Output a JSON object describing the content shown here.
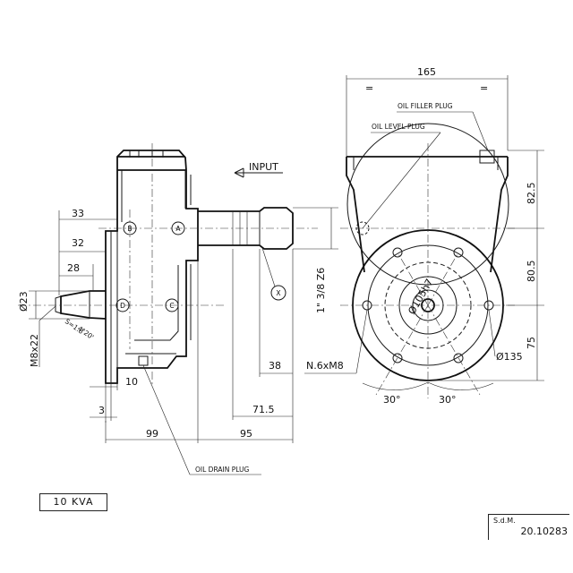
{
  "labels": {
    "input": "INPUT",
    "oil_filler_plug": "OIL FILLER PLUG",
    "oil_level_plug": "OIL LEVEL PLUG",
    "oil_drain_plug": "OIL DRAIN PLUG",
    "shaft_spec": "1\" 3/8 Z6",
    "holes": "N.6xM8",
    "thread": "M8x22",
    "taper": "S=1:8",
    "shaft_dia": "Ø23",
    "pilot_dia": "Ø105h7",
    "bolt_circle": "Ø135",
    "eq1": "=",
    "eq2": "="
  },
  "dimensions": {
    "d33": "33",
    "d32": "32",
    "d28": "28",
    "d10": "10",
    "d3": "3",
    "d99": "99",
    "d95": "95",
    "d38": "38",
    "d71_5": "71.5",
    "d165": "165",
    "d82_5": "82.5",
    "d80_5": "80.5",
    "d75": "75",
    "a30_left": "30°",
    "a30_right": "30°",
    "taper_angle": "4°20'"
  },
  "points": {
    "a": "A",
    "b": "B",
    "c": "C",
    "d": "D",
    "x": "X"
  },
  "title_block": {
    "rating": "10  KVA",
    "sdm": "S.d.M.",
    "code": "20.10283"
  }
}
